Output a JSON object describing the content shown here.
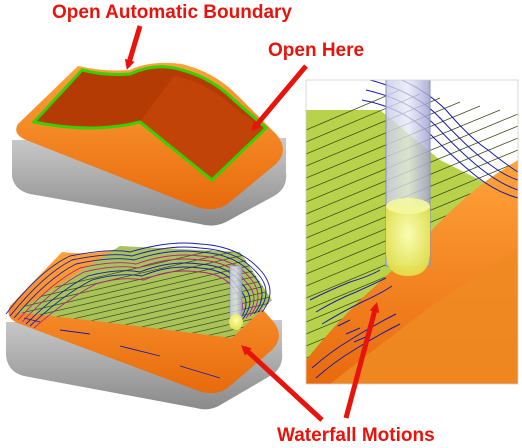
{
  "labels": {
    "open_automatic_boundary": "Open Automatic Boundary",
    "open_here": "Open Here",
    "waterfall_motions": "Waterfall Motions"
  },
  "colors": {
    "callout_text": "#e8140c",
    "arrow": "#e8140c",
    "part_orange": "#f07d1a",
    "part_gray": "#a8a8a8",
    "cavity_brown": "#b53b05",
    "boundary_green": "#39d000",
    "toolpath_blue": "#1a1ab0",
    "toolpath_magenta": "#b02090",
    "floor_green": "#b8d24c",
    "tool_lavender": "#b8bde0"
  }
}
